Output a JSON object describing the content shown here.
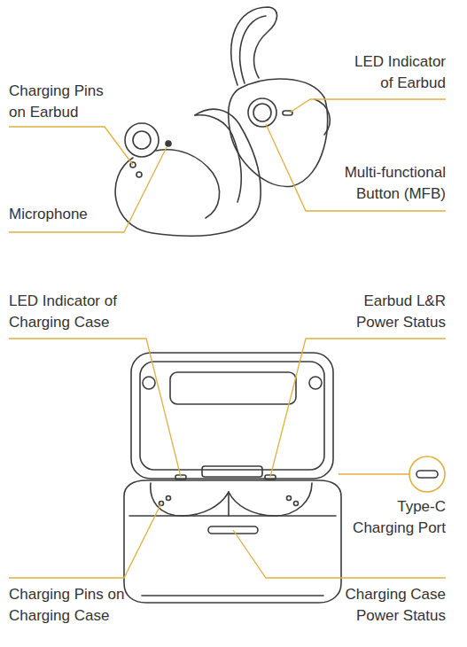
{
  "diagram": {
    "labels": [
      "Charging Pins on Earbud",
      "Microphone",
      "LED Indicator of Earbud",
      "Multi-functional Button (MFB)",
      "LED Indicator of Charging Case",
      "Earbud L&R Power Status",
      "Type-C Charging Port",
      "Charging Pins on Charging Case",
      "Charging Case Power Status"
    ]
  }
}
